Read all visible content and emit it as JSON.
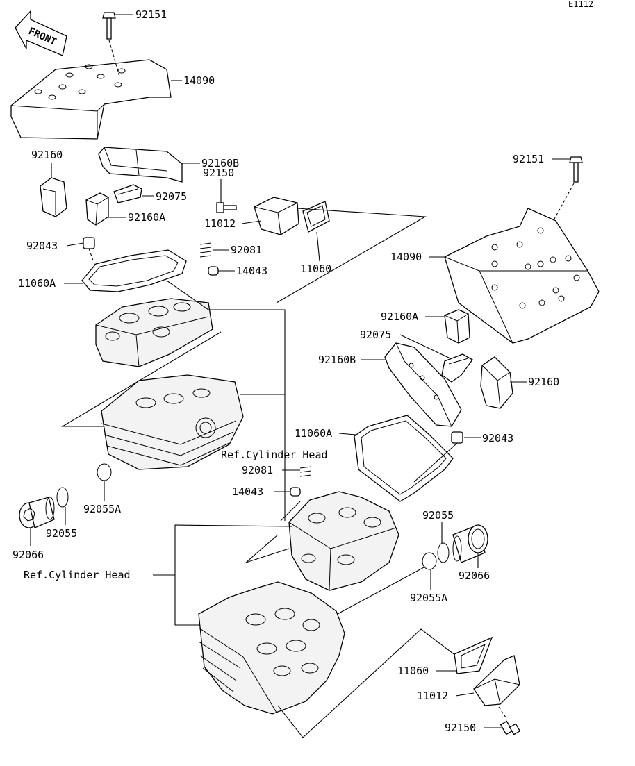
{
  "diagram_code": "E1112",
  "front_label": "FRONT",
  "callouts": {
    "tl_92151": "92151",
    "tl_14090": "14090",
    "tl_92160": "92160",
    "tl_92160B": "92160B",
    "tl_92150": "92150",
    "tl_92075": "92075",
    "tl_11012": "11012",
    "tl_92160A": "92160A",
    "tl_92043": "92043",
    "tl_92081": "92081",
    "tl_14043": "14043",
    "tl_11060A": "11060A",
    "tl_11060": "11060",
    "tr_92151": "92151",
    "tr_14090": "14090",
    "tr_92160A": "92160A",
    "tr_92075": "92075",
    "tr_92160B": "92160B",
    "tr_92160": "92160",
    "tr_11060A": "11060A",
    "tr_92043": "92043",
    "ref_upper": "Ref.Cylinder Head",
    "m_92081": "92081",
    "m_14043": "14043",
    "l_92055A": "92055A",
    "l_92055": "92055",
    "l_92066": "92066",
    "ref_lower": "Ref.Cylinder Head",
    "r_92055": "92055",
    "r_92066": "92066",
    "r_92055A": "92055A",
    "b_11060": "11060",
    "b_11012": "11012",
    "b_92150": "92150"
  }
}
